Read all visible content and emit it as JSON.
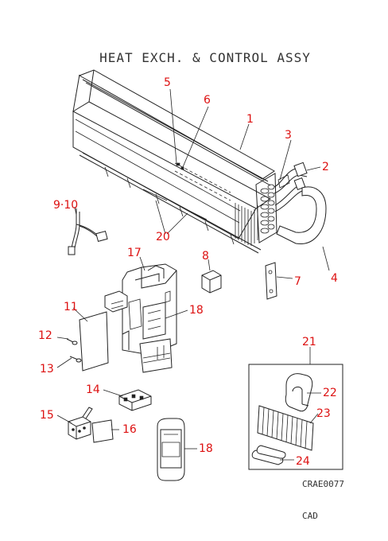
{
  "title": "HEAT EXCH. & CONTROL ASSY",
  "drawing_code": "CRAE0077",
  "footer_label": "CAD",
  "callouts": {
    "c1": "1",
    "c2": "2",
    "c3": "3",
    "c4": "4",
    "c5": "5",
    "c6": "6",
    "c7": "7",
    "c8": "8",
    "c9_10": "9·10",
    "c11": "11",
    "c12": "12",
    "c13": "13",
    "c14": "14",
    "c15": "15",
    "c16": "16",
    "c17": "17",
    "c18a": "18",
    "c18b": "18",
    "c20": "20",
    "c21": "21",
    "c22": "22",
    "c23": "23",
    "c24": "24"
  }
}
